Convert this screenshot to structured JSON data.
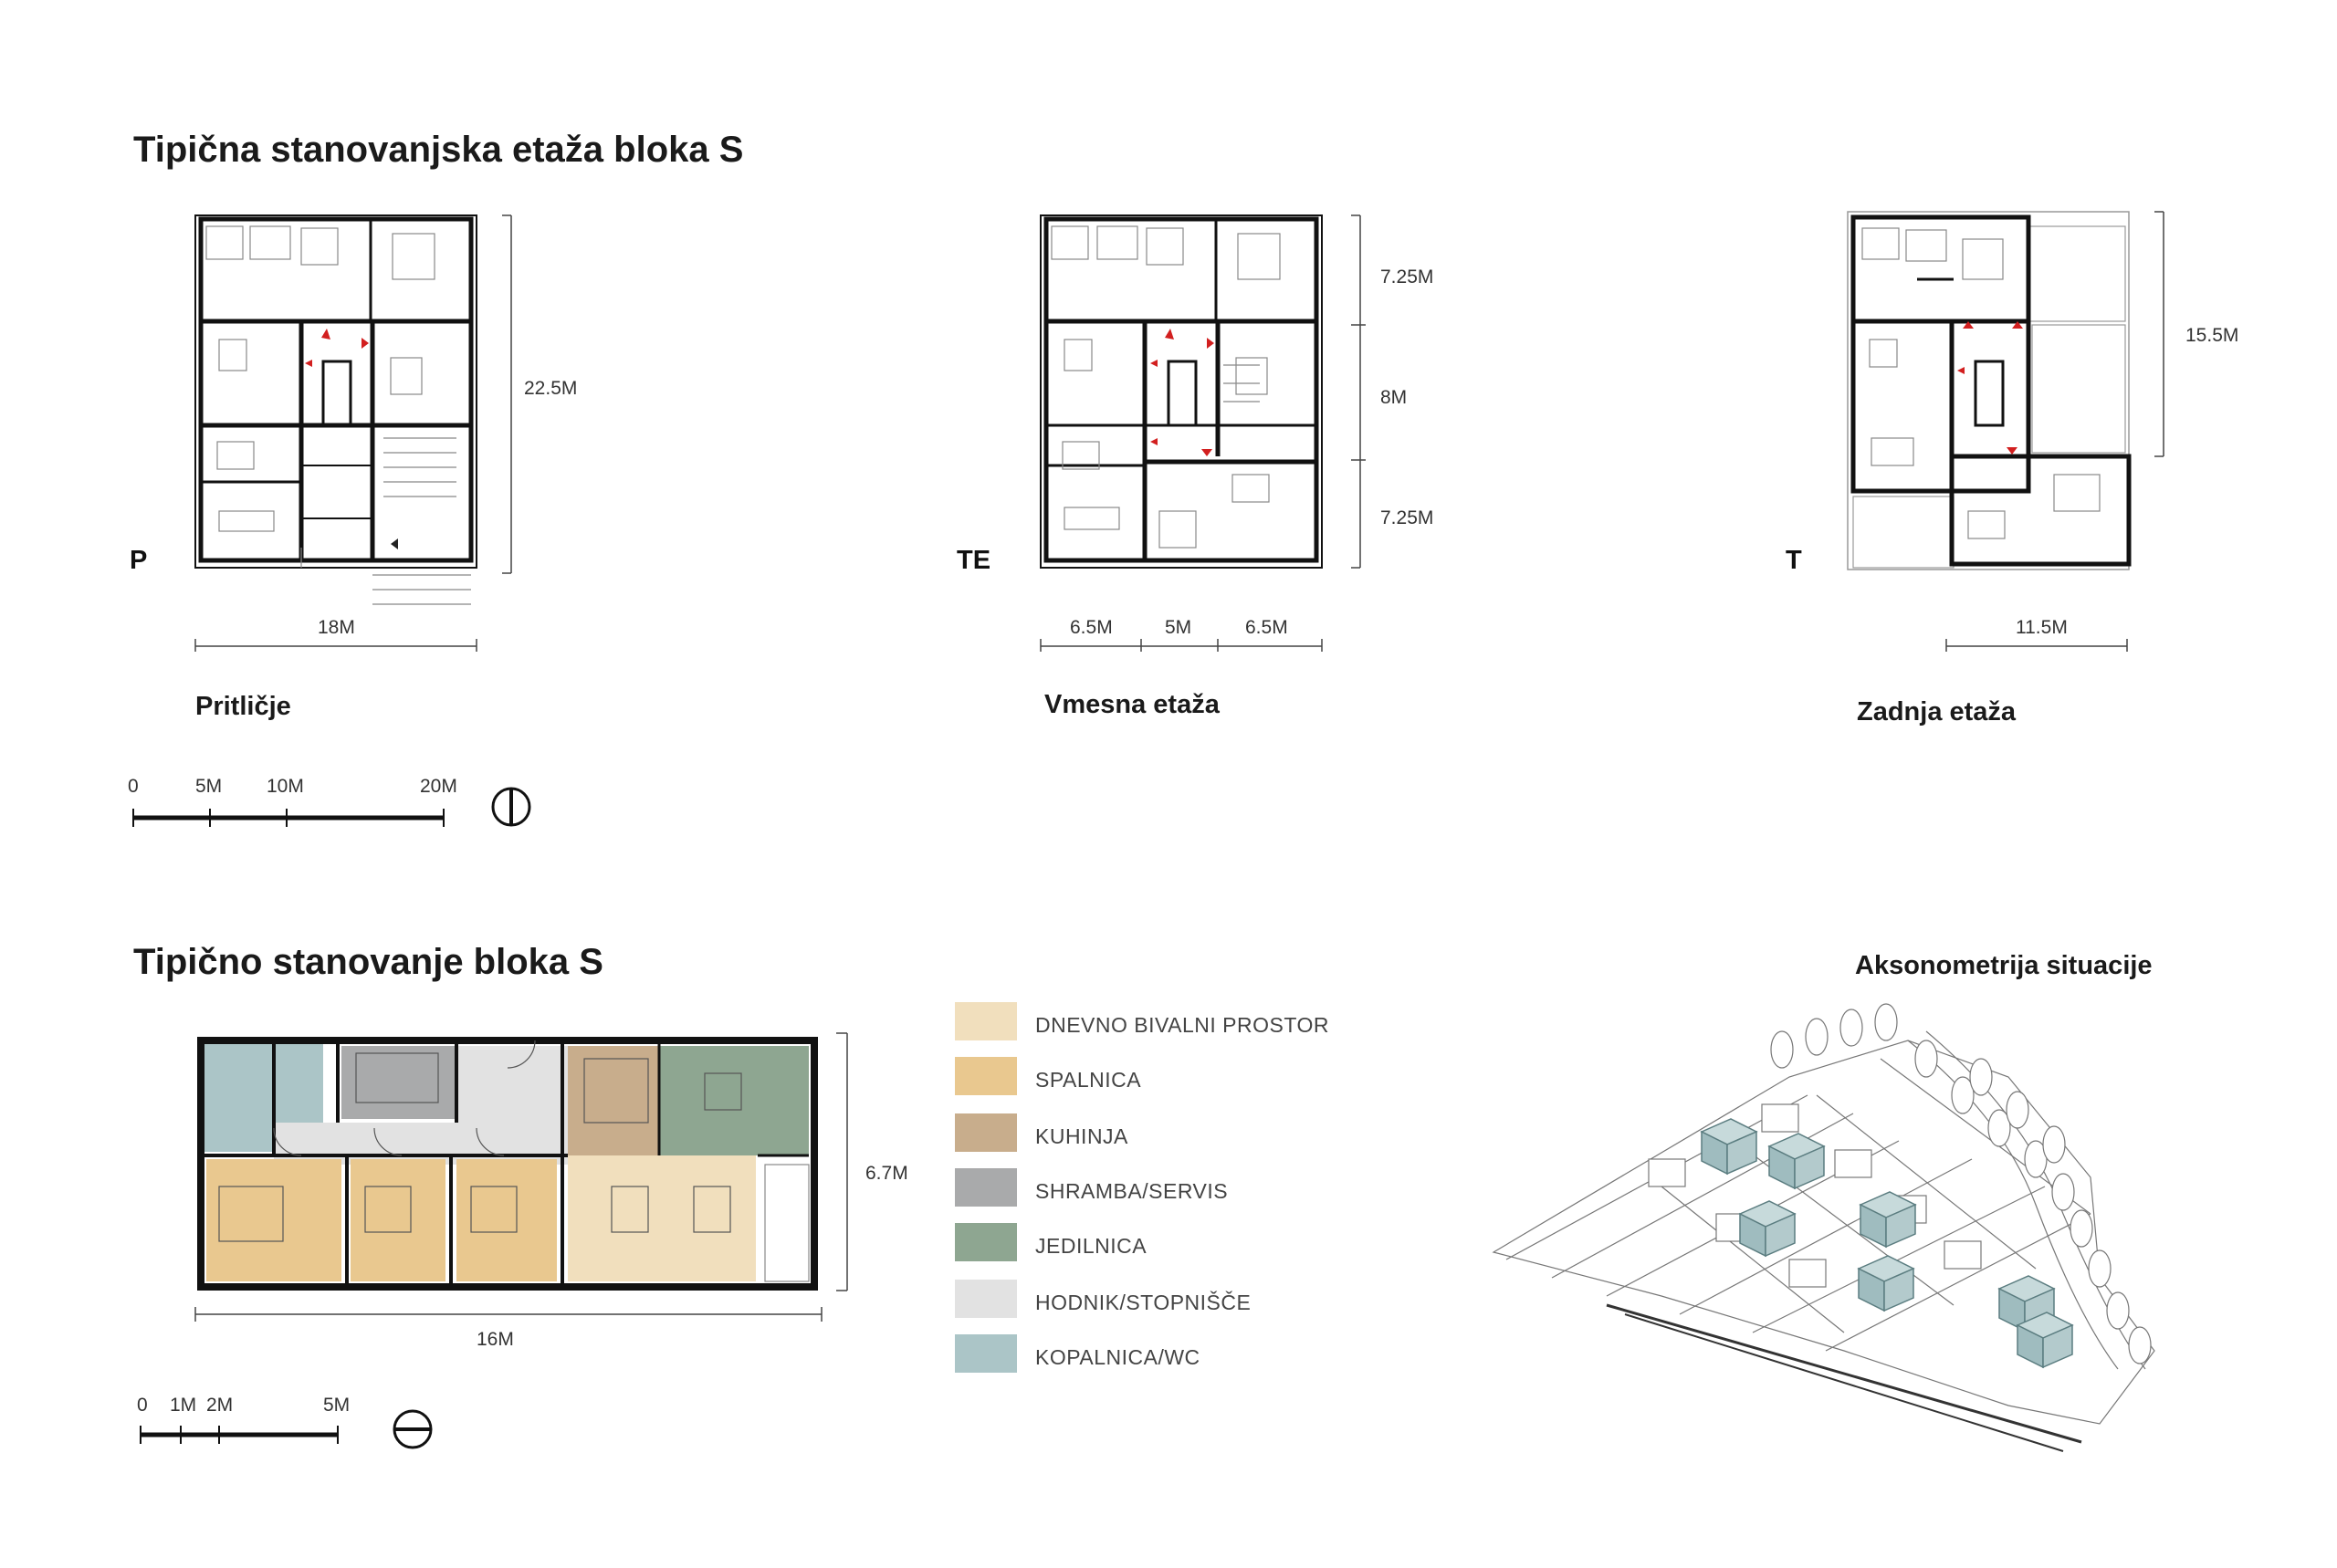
{
  "titles": {
    "main": "Tipična stanovanjska etaža bloka S",
    "apartment": "Tipično stanovanje bloka S",
    "axonometry": "Aksonometrija situacije"
  },
  "plans": {
    "p": {
      "letter": "P",
      "caption": "Pritličje",
      "width_dim": "18M",
      "height_dim": "22.5M"
    },
    "te": {
      "letter": "TE",
      "caption": "Vmesna etaža",
      "width_dims": [
        "6.5M",
        "5M",
        "6.5M"
      ],
      "height_dims": [
        "7.25M",
        "8M",
        "7.25M"
      ]
    },
    "t": {
      "letter": "T",
      "caption": "Zadnja etaža",
      "width_dim": "11.5M",
      "height_dim": "15.5M"
    }
  },
  "scale_bar_top": {
    "ticks": [
      "0",
      "5M",
      "10M",
      "20M"
    ]
  },
  "scale_bar_bottom": {
    "ticks": [
      "0",
      "1M",
      "2M",
      "5M"
    ]
  },
  "apartment": {
    "width_dim": "16M",
    "height_dim": "6.7M"
  },
  "legend": [
    {
      "label": "DNEVNO BIVALNI PROSTOR",
      "color": "#f1dfbd"
    },
    {
      "label": "SPALNICA",
      "color": "#e9c88f"
    },
    {
      "label": "KUHINJA",
      "color": "#c8ad8c"
    },
    {
      "label": "SHRAMBA/SERVIS",
      "color": "#a9aaab"
    },
    {
      "label": "JEDILNICA",
      "color": "#8ea691"
    },
    {
      "label": "HODNIK/STOPNIŠČE",
      "color": "#e2e2e2"
    },
    {
      "label": "KOPALNICA/WC",
      "color": "#abc5c7"
    }
  ]
}
